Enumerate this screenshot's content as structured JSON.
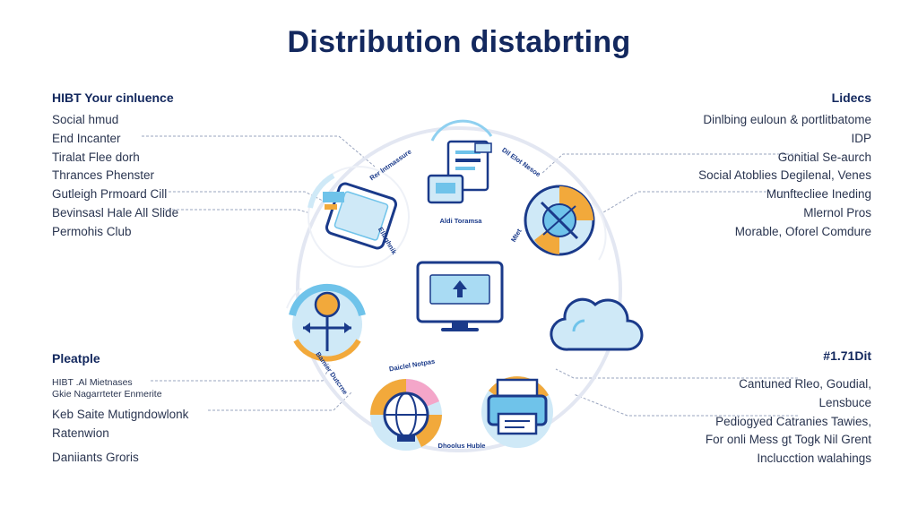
{
  "title": "Distribution distabrting",
  "left_top": {
    "heading": "HIBT Your cinluence",
    "items": [
      "Social hmud",
      "End Incanter",
      "Tiralat Flee dorh",
      "Thrances Phenster",
      "Gutleigh Prmoard Cill",
      "Bevinsasl Hale All Slide",
      "Permohis Club"
    ]
  },
  "left_bottom": {
    "heading": "Pleatple",
    "items": [
      "HIBT .Al Mietnases",
      "Gkie Nagarrteter Enmerite",
      "Keb Saite Mutigndowlonk",
      "Ratenwion",
      "Daniiants Groris"
    ]
  },
  "right_top": {
    "heading": "Lidecs",
    "items": [
      "Dinlbing euloun & portlitbatome",
      "IDP",
      "Gonitial Se-aurch",
      "Social Atoblies Degilenal, Venes",
      "Munftecliee Ineding",
      "Mlernol Pros",
      "Morable, Oforel Comdure"
    ]
  },
  "right_bottom": {
    "heading": "#1.71Dit",
    "items": [
      "Cantuned Rleo, Goudial,",
      "Lensbuce",
      "Pediogyed Catranies Tawies,",
      "For onli Mess gt Togk Nil Grent",
      "Inclucction walahings"
    ]
  },
  "diagram": {
    "node_labels": [
      "Rer lntmassure",
      "Aldi Toramsa",
      "Dil Elot Nesoe",
      "Ellaghnik",
      "Mtet",
      "Bamier Dutcrne",
      "Daiclel Notpas",
      "Dhoolus Huble"
    ],
    "accent_color": "#1a3a8a",
    "light_color": "#cfe9f7",
    "mid_color": "#6fc3ea",
    "orange_color": "#f2a93b",
    "pink_color": "#f4a6c9",
    "ring_color": "#e3e7f2",
    "icons": [
      "document-icon",
      "tablet-icon",
      "radar-icon",
      "monitor-upload-icon",
      "cloud-icon",
      "compass-icon",
      "globe-icon",
      "printer-icon"
    ]
  }
}
